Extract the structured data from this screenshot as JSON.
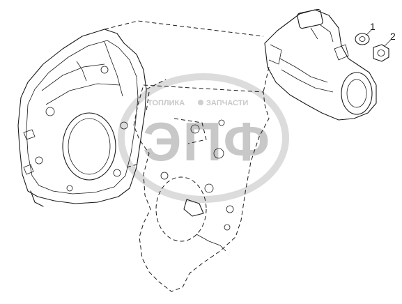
{
  "diagram": {
    "callouts": [
      {
        "id": "1",
        "label": "1"
      },
      {
        "id": "2",
        "label": "2"
      }
    ]
  },
  "watermark": {
    "line_left": "ТОПЛИКА",
    "line_right": "ЗАПЧАСТИ",
    "letters": "ЭПФ",
    "color": "#d0d0d0"
  }
}
